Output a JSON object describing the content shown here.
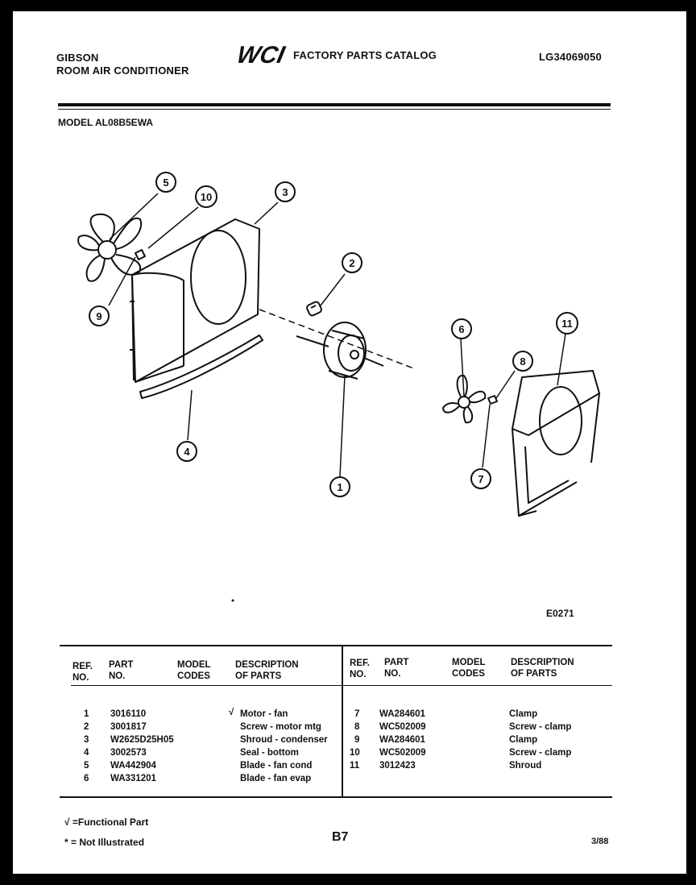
{
  "header": {
    "brand": "GIBSON",
    "product": "ROOM AIR CONDITIONER",
    "logo_text": "WCI",
    "catalog_title": "FACTORY PARTS CATALOG",
    "catalog_code": "LG34069050",
    "model_line": "MODEL AL08B5EWA"
  },
  "diagram": {
    "drawing_code": "E0271",
    "callouts": [
      "1",
      "2",
      "3",
      "4",
      "5",
      "6",
      "7",
      "8",
      "9",
      "10",
      "11"
    ]
  },
  "table": {
    "columns_left": {
      "ref_a": "REF.",
      "ref_b": "NO.",
      "part_a": "PART",
      "part_b": "NO.",
      "model_a": "MODEL",
      "model_b": "CODES",
      "desc_a": "DESCRIPTION",
      "desc_b": "OF PARTS"
    },
    "columns_right": {
      "ref_a": "REF.",
      "ref_b": "NO.",
      "part_a": "PART",
      "part_b": "NO.",
      "model_a": "MODEL",
      "model_b": "CODES",
      "desc_a": "DESCRIPTION",
      "desc_b": "OF PARTS"
    },
    "left_rows": [
      {
        "ref": "1",
        "part": "3016110",
        "mark": "√",
        "desc": "Motor - fan"
      },
      {
        "ref": "2",
        "part": "3001817",
        "mark": "",
        "desc": "Screw - motor mtg"
      },
      {
        "ref": "3",
        "part": "W2625D25H05",
        "mark": "",
        "desc": "Shroud - condenser"
      },
      {
        "ref": "4",
        "part": "3002573",
        "mark": "",
        "desc": "Seal - bottom"
      },
      {
        "ref": "5",
        "part": "WA442904",
        "mark": "",
        "desc": "Blade - fan cond"
      },
      {
        "ref": "6",
        "part": "WA331201",
        "mark": "",
        "desc": "Blade - fan evap"
      }
    ],
    "right_rows": [
      {
        "ref": "7",
        "part": "WA284601",
        "desc": "Clamp"
      },
      {
        "ref": "8",
        "part": "WC502009",
        "desc": "Screw - clamp"
      },
      {
        "ref": "9",
        "part": "WA284601",
        "desc": "Clamp"
      },
      {
        "ref": "10",
        "part": "WC502009",
        "desc": "Screw - clamp"
      },
      {
        "ref": "11",
        "part": "3012423",
        "desc": "Shroud"
      }
    ]
  },
  "footer": {
    "legend_functional": "√ =Functional Part",
    "legend_not_illustrated": "* = Not Illustrated",
    "page": "B7",
    "date": "3/88"
  }
}
